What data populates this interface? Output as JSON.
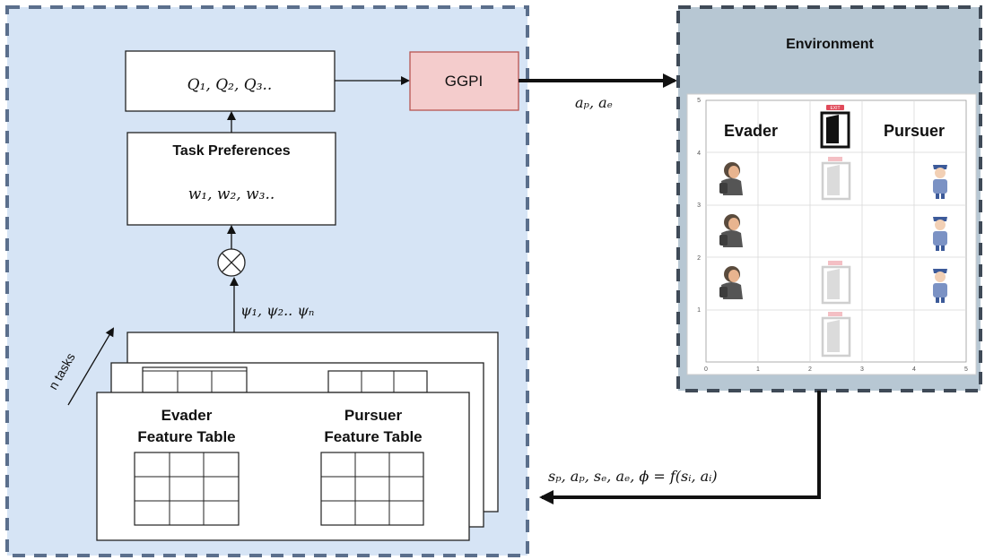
{
  "agent": {
    "q_values": "Q₁, Q₂, Q₃..",
    "task_pref_title": "Task Preferences",
    "weights": "w₁, w₂, w₃..",
    "combine_symbol": "⊗",
    "successor_features": "ψ₁, ψ₂.. ψₙ",
    "n_tasks": "n tasks",
    "evader_table_line1": "Evader",
    "evader_table_line2": "Feature Table",
    "pursuer_table_line1": "Pursuer",
    "pursuer_table_line2": "Feature Table"
  },
  "ggpi": {
    "label": "GGPI"
  },
  "actions": {
    "label": "aₚ, aₑ"
  },
  "feedback": {
    "label": "sₚ, aₚ, sₑ, aₑ, ϕ = f(sᵢ, aᵢ)"
  },
  "environment": {
    "title": "Environment",
    "evader_label": "Evader",
    "pursuer_label": "Pursuer",
    "exit_sign": "EXIT",
    "x_ticks": [
      "0",
      "1",
      "2",
      "3",
      "4",
      "5"
    ],
    "y_ticks": [
      "1",
      "2",
      "3",
      "4",
      "5"
    ]
  },
  "colors": {
    "agent_bg": "#d6e4f5",
    "env_bg": "#b7c7d3",
    "ggpi_fill": "#f4cccc",
    "border_dash": "#5b6f8c"
  },
  "icons": [
    "evader-icon",
    "pursuer-icon",
    "exit-door-icon"
  ]
}
